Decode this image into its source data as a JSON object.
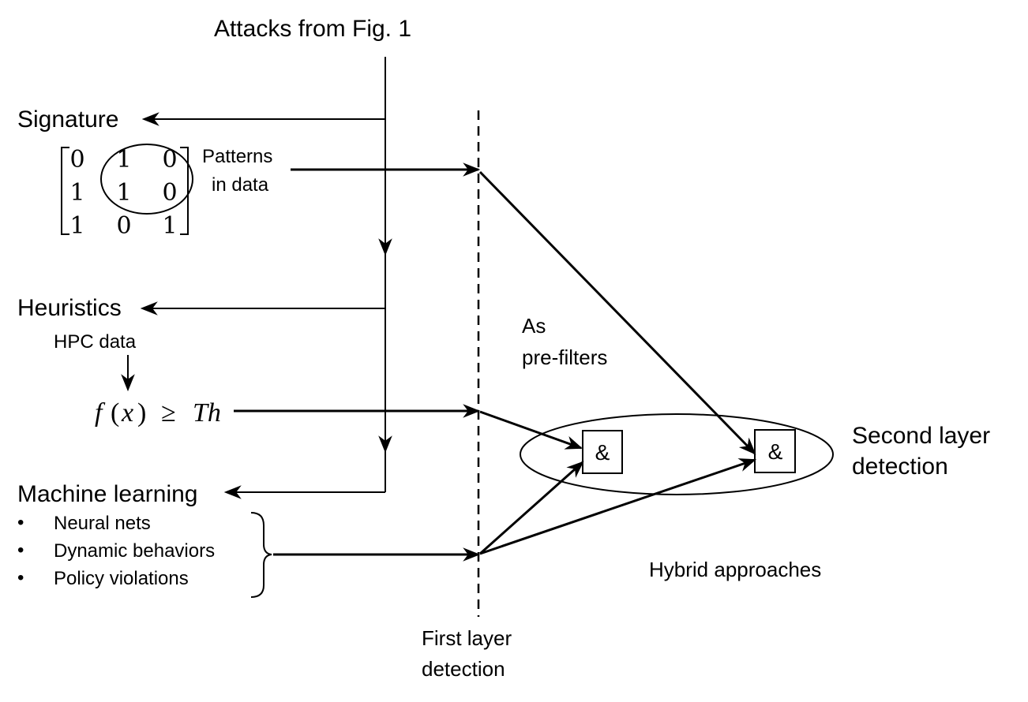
{
  "title": "Attacks from Fig. 1",
  "signature": {
    "label": "Signature",
    "matrix": [
      [
        "0",
        "1",
        "0"
      ],
      [
        "1",
        "1",
        "0"
      ],
      [
        "1",
        "0",
        "1"
      ]
    ],
    "note_line1": "Patterns",
    "note_line2": "in data"
  },
  "heuristics": {
    "label": "Heuristics",
    "sublabel": "HPC data",
    "formula": {
      "f": "f",
      "lparen": "(",
      "x": "x",
      "rparen": ")",
      "geq": "≥",
      "th": "Th"
    }
  },
  "machine_learning": {
    "label": "Machine learning",
    "bullet": "•",
    "items": [
      "Neural nets",
      "Dynamic behaviors",
      "Policy violations"
    ]
  },
  "first_layer": {
    "line1": "First layer",
    "line2": "detection"
  },
  "prefilters": {
    "line1": "As",
    "line2": "pre-filters"
  },
  "second_layer": {
    "line1": "Second layer",
    "line2": "detection"
  },
  "and_gate_label": "&",
  "hybrid_label": "Hybrid approaches"
}
